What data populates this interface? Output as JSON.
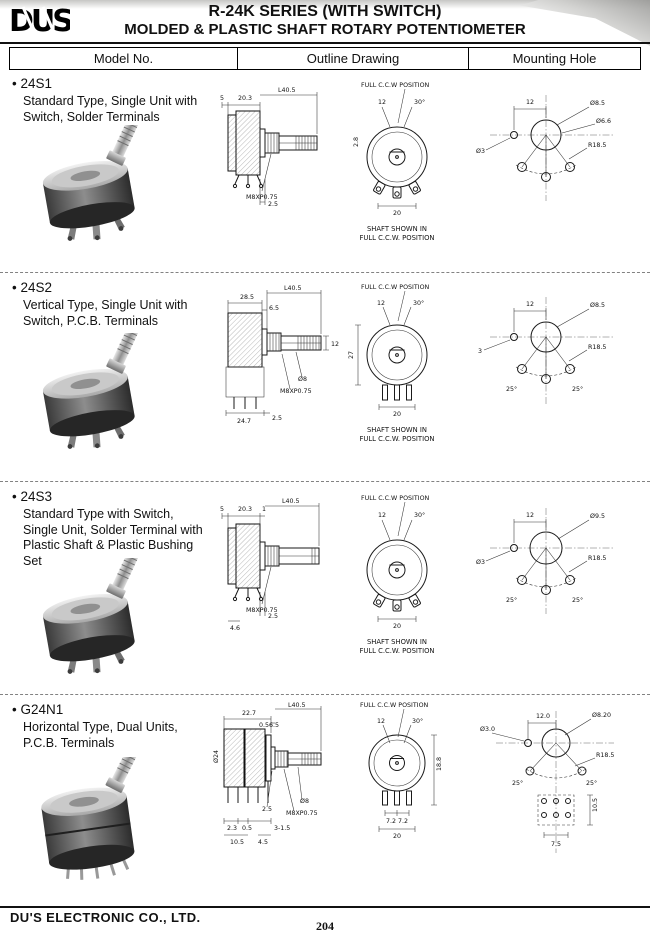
{
  "page": {
    "logo": "DUS",
    "title1": "R-24K SERIES (WITH SWITCH)",
    "title2": "MOLDED & PLASTIC SHAFT ROTARY POTENTIOMETER",
    "col1": "Model No.",
    "col2": "Outline Drawing",
    "col3": "Mounting Hole",
    "footer_company": "DU'S ELECTRONIC CO., LTD.",
    "page_number": "204"
  },
  "rows": [
    {
      "model": "• 24S1",
      "desc": "Standard Type, Single Unit with Switch, Solder Terminals",
      "full_ccw": "FULL C.C.W POSITION",
      "cap1": "SHAFT SHOWN IN",
      "cap2": "FULL C.C.W. POSITION",
      "od": {
        "a": "5",
        "b": "20.3",
        "c": "L40.5",
        "d": "12",
        "e": "30°",
        "f": "2.8",
        "g": "M8XP0.75",
        "h": "2.5",
        "i": "20"
      },
      "mh": {
        "a": "12",
        "b": "Ø8.5",
        "c": "Ø6.6",
        "d": "Ø3",
        "e": "R18.5"
      }
    },
    {
      "model": "• 24S2",
      "desc": "Vertical Type, Single Unit with Switch, P.C.B. Terminals",
      "full_ccw": "FULL C.C.W POSITION",
      "cap1": "SHAFT SHOWN IN",
      "cap2": "FULL C.C.W. POSITION",
      "od": {
        "a": "28.5",
        "b": "L40.5",
        "c": "6.5",
        "d": "12",
        "e": "30°",
        "f": "Ø8",
        "g": "M8XP0.75",
        "h": "24.7",
        "i": "2.5",
        "j": "27",
        "k": "20",
        "l": "12"
      },
      "mh": {
        "a": "12",
        "b": "Ø8.5",
        "c": "3",
        "d": "R18.5",
        "e": "25°",
        "f": "25°"
      }
    },
    {
      "model": "• 24S3",
      "desc": "Standard Type with Switch, Single Unit, Solder Terminal with Plastic Shaft & Plastic Bushing Set",
      "full_ccw": "FULL C.C.W POSITION",
      "cap1": "SHAFT SHOWN IN",
      "cap2": "FULL C.C.W. POSITION",
      "od": {
        "a": "5",
        "b": "20.3",
        "c": "1",
        "d": "L40.5",
        "e": "12",
        "f": "30°",
        "g": "M8XP0.75",
        "h": "2.5",
        "i": "4.6",
        "j": "20"
      },
      "mh": {
        "a": "12",
        "b": "Ø9.5",
        "c": "Ø3",
        "d": "R18.5",
        "e": "25°",
        "f": "25°"
      }
    },
    {
      "model": "• G24N1",
      "desc": "Horizontal Type, Dual Units, P.C.B. Terminals",
      "full_ccw": "FULL C.C.W POSITION",
      "od": {
        "a": "22.7",
        "b": "L40.5",
        "c": "6.5",
        "d": "0.5",
        "e": "Ø24",
        "f": "2.5",
        "g": "Ø8",
        "h": "M8XP0.75",
        "i": "2.3",
        "j": "0.5",
        "k": "10.5",
        "l": "4.5",
        "m": "3-1.5",
        "n": "7.2",
        "o": "7.2",
        "p": "20",
        "q": "18.8",
        "r": "12",
        "s": "30°"
      },
      "mh": {
        "a": "12.0",
        "b": "Ø8.20",
        "c": "Ø3.0",
        "d": "R18.5",
        "e": "25°",
        "f": "25°",
        "g": "10.5",
        "h": "7.5"
      }
    }
  ]
}
